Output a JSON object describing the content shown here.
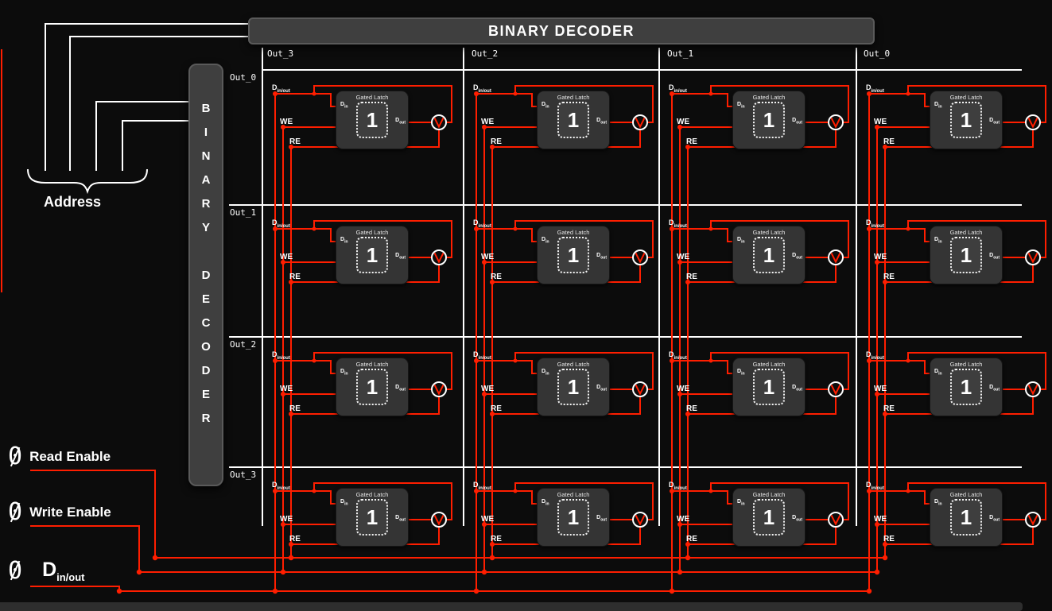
{
  "top_decoder": {
    "label": "BINARY DECODER"
  },
  "left_decoder": {
    "letters": [
      "B",
      "I",
      "N",
      "A",
      "R",
      "Y",
      "D",
      "E",
      "C",
      "O",
      "D",
      "E",
      "R"
    ]
  },
  "address_label": "Address",
  "grid": {
    "col_headers": [
      "Out_3",
      "Out_2",
      "Out_1",
      "Out_0"
    ],
    "row_headers": [
      "Out_0",
      "Out_1",
      "Out_2",
      "Out_3"
    ]
  },
  "cell": {
    "dinout_main": "D",
    "dinout_sub": "in/out",
    "we": "WE",
    "re": "RE",
    "latch": {
      "title": "Gated Latch",
      "din_main": "D",
      "din_sub": "in",
      "dout_main": "D",
      "dout_sub": "out",
      "value": "1"
    }
  },
  "signals": [
    {
      "bit": "0",
      "label": "Read Enable"
    },
    {
      "bit": "0",
      "label": "Write Enable"
    },
    {
      "bit": "0",
      "label_main": "D",
      "label_sub": "in/out"
    }
  ],
  "colors": {
    "wire_red": "#ff1e00",
    "line_white": "#ffffff",
    "panel_gray": "#3f3f3f",
    "background": "#0c0c0c"
  }
}
